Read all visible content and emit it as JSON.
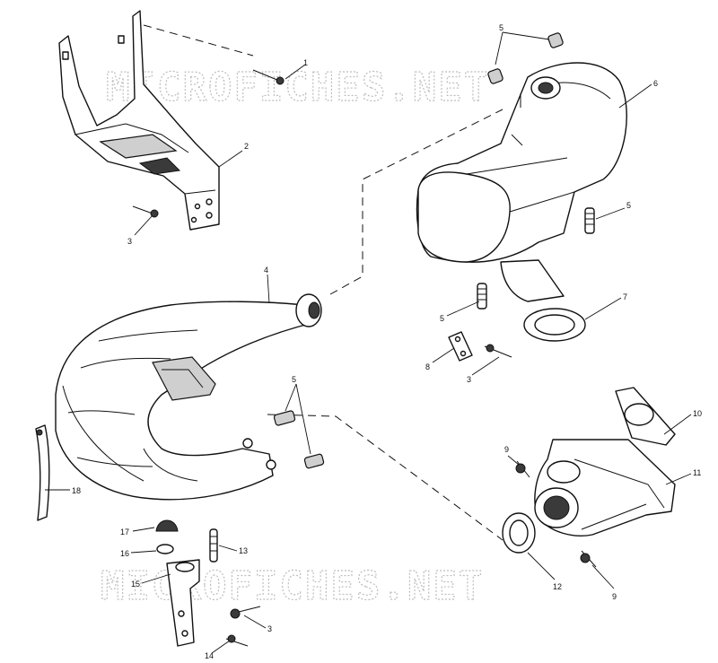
{
  "watermarks": [
    "MICROFICHES.NET",
    "MICROFICHES.NET"
  ],
  "callouts": [
    {
      "id": "c1",
      "label": "1"
    },
    {
      "id": "c2",
      "label": "2"
    },
    {
      "id": "c3a",
      "label": "3"
    },
    {
      "id": "c4",
      "label": "4"
    },
    {
      "id": "c5a",
      "label": "5"
    },
    {
      "id": "c6",
      "label": "6"
    },
    {
      "id": "c5b",
      "label": "5"
    },
    {
      "id": "c5c",
      "label": "5"
    },
    {
      "id": "c7",
      "label": "7"
    },
    {
      "id": "c8",
      "label": "8"
    },
    {
      "id": "c3b",
      "label": "3"
    },
    {
      "id": "c5d",
      "label": "5"
    },
    {
      "id": "c10",
      "label": "10"
    },
    {
      "id": "c9a",
      "label": "9"
    },
    {
      "id": "c11",
      "label": "11"
    },
    {
      "id": "c18",
      "label": "18"
    },
    {
      "id": "c17",
      "label": "17"
    },
    {
      "id": "c13",
      "label": "13"
    },
    {
      "id": "c16",
      "label": "16"
    },
    {
      "id": "c15",
      "label": "15"
    },
    {
      "id": "c12",
      "label": "12"
    },
    {
      "id": "c9b",
      "label": "9"
    },
    {
      "id": "c3c",
      "label": "3"
    },
    {
      "id": "c14",
      "label": "14"
    }
  ]
}
